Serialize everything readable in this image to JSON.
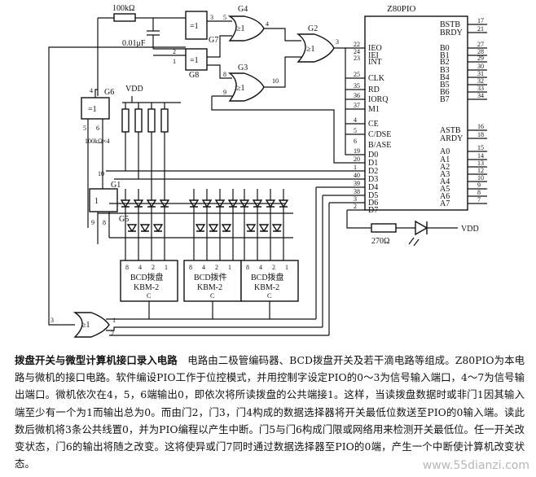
{
  "labels": {
    "chip": "Z80PIO",
    "pio_left_pins": [
      "IEO",
      "IEI",
      "INT",
      "CLK",
      "RD",
      "IORQ",
      "M1",
      "CE",
      "C/DSE",
      "B/ASE",
      "D0",
      "D1",
      "D2",
      "D3",
      "D4",
      "D5",
      "D6",
      "D7"
    ],
    "pio_left_nums": [
      "22",
      "24",
      "23",
      "25",
      "35",
      "36",
      "37",
      "4",
      "5",
      "6",
      "19",
      "20",
      "1",
      "40",
      "39",
      "38",
      "3",
      "2"
    ],
    "pio_right_pins": [
      "BSTB",
      "BRDY",
      "B0",
      "B1",
      "B2",
      "B3",
      "B4",
      "B5",
      "B6",
      "B7",
      "ASTB",
      "ARDY",
      "A0",
      "A1",
      "A2",
      "A3",
      "A4",
      "A5",
      "A6",
      "A7"
    ],
    "pio_right_nums": [
      "17",
      "21",
      "27",
      "28",
      "29",
      "30",
      "31",
      "32",
      "33",
      "34",
      "16",
      "18",
      "15",
      "14",
      "13",
      "12",
      "10",
      "9",
      "8",
      "7"
    ],
    "r1": "100kΩ",
    "cap": "0.01μF",
    "vdd": "VDD",
    "rpack": "100kΩ×4",
    "r270": "270Ω",
    "vdd2": "VDD",
    "bcd_line1": "BCD拨盘",
    "bcd_line1_b": "BCD拨件",
    "bcd_line2": "KBM-2",
    "bcd_c": "C",
    "bcd_pins": [
      "8",
      "4",
      "2",
      "1"
    ],
    "gate_eq1": "=1",
    "gate_ge1": "≥1",
    "gate_1": "1",
    "g4": "G4",
    "g7": "G7",
    "g8": "G8",
    "g3": "G3",
    "g2": "G2",
    "g6": "G6",
    "g1": "G1",
    "g5": "G5",
    "pn": {
      "p1": "1",
      "p2": "2",
      "p3": "3",
      "p4": "4",
      "p5": "5",
      "p6": "6",
      "p7": "7",
      "p8": "8",
      "p9": "9",
      "p10": "10",
      "p12": "12",
      "p13": "13",
      "p14": "14"
    }
  },
  "caption": {
    "title": "拨盘开关与微型计算机接口录入电路",
    "body": "　电路由二极管编码器、BCD拨盘开关及若干滴电路等组成。Z80PIO为本电路与微机的接口电路。软件编设PIO工作于位控模式，并用控制字设定PIO的0～3为信号输入端口，4～7为信号输出端口。微机依次在4，5，6端输出0，即依次将所读拨盘的公共端接1。这样，当读拨盘数据时或非门1因其输入端至少有一个为1而输出总为0。而由门2，门3，门4构成的数据选择器将开关最低位数送至PIO的0输入端。读此数后微机将3条公共线置0，并为PIO编程以产生中断。门5与门6构成门限或网络用来检测开关最低位。任一开关改变状态，门6的输出将随之改变。这将使异或门7同时通过数据选择器至PIO的0端，产生一个中断使计算机改变状态。"
  },
  "watermark": "www.55dianzi.com"
}
